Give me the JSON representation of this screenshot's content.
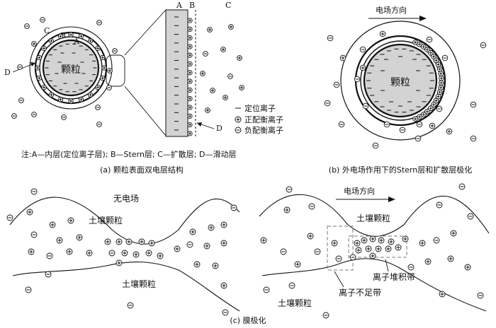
{
  "panel_a": {
    "particle_label": "颗粒",
    "layer_letters": {
      "A": "A",
      "B": "B",
      "C": "C",
      "D": "D"
    },
    "legend": {
      "fixed_ion": "定位离子",
      "positive_counter_ion": "正配衡离子",
      "negative_counter_ion": "负配衡离子"
    },
    "note": "注:A—内层(定位离子层); B—Stern层; C—扩散层; D—滑动层",
    "caption": "(a)  颗粒表面双电层结构"
  },
  "panel_b": {
    "field_label": "电场方向",
    "particle_label": "颗粒",
    "caption": "(b)  外电场作用下的Stern层和扩散层极化"
  },
  "panel_c": {
    "no_field_label": "无电场",
    "field_label": "电场方向",
    "soil_particle_label": "土壤颗粒",
    "accumulation_label": "离子堆积带",
    "deficit_label": "离子不足带",
    "caption": "(c)  膜极化"
  },
  "symbols": {
    "plus": "+",
    "minus": "−"
  }
}
